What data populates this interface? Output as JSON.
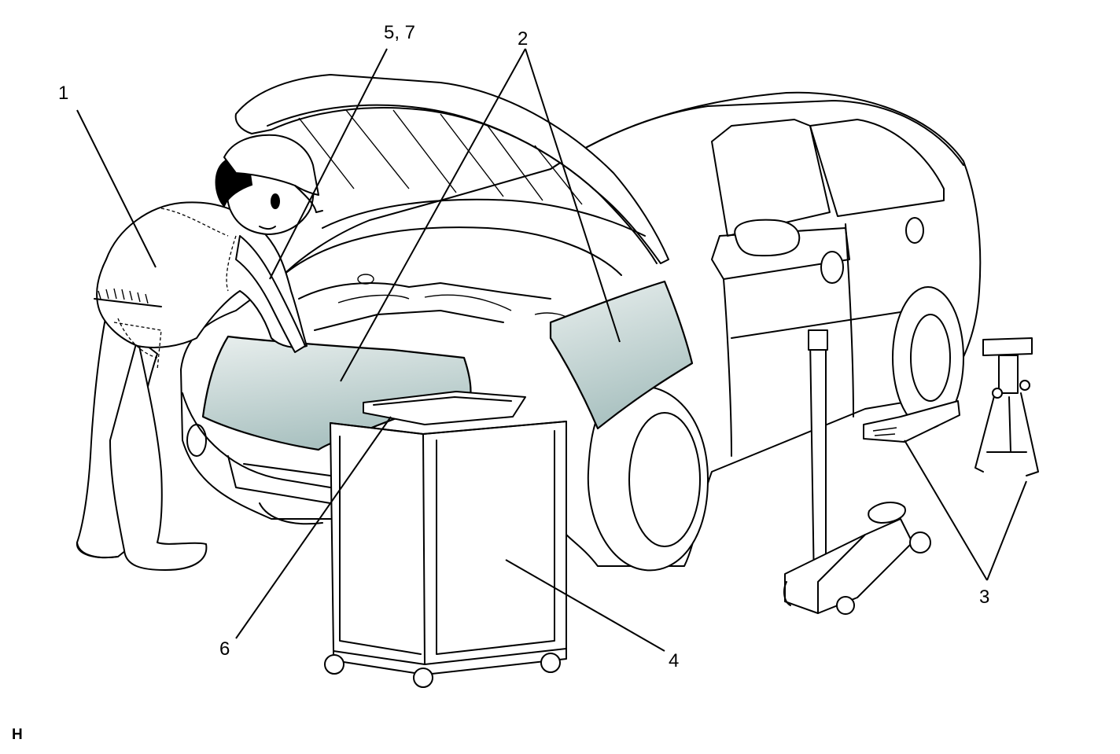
{
  "callouts": [
    {
      "id": "1",
      "text": "1"
    },
    {
      "id": "2",
      "text": "2"
    },
    {
      "id": "3",
      "text": "3"
    },
    {
      "id": "4",
      "text": "4"
    },
    {
      "id": "5-7",
      "text": "5, 7"
    },
    {
      "id": "6",
      "text": "6"
    }
  ],
  "corner_mark": "H",
  "colors": {
    "line": "#000000",
    "background": "#ffffff",
    "cover_light": "#e9efee",
    "cover_dark": "#a9c1c0"
  },
  "icons": [
    "technician",
    "car",
    "fender-cover",
    "grille-cover",
    "parts-cart",
    "parts-tray",
    "floor-jack",
    "jack-stand",
    "wheel-chock"
  ]
}
